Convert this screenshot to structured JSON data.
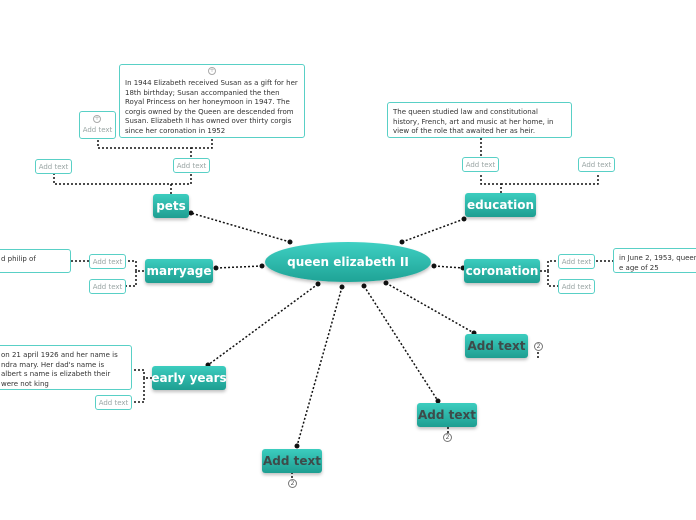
{
  "central": {
    "label": "queen elizabeth II"
  },
  "topics": {
    "pets": "pets",
    "education": "education",
    "marryage": "marryage",
    "coronation": "coronation",
    "early_years": "early years",
    "add1": "Add text",
    "add2": "Add text",
    "add3": "Add text"
  },
  "subtopics": {
    "pets_a": "Add text",
    "pets_b": "Add text",
    "pets_c": "Add text",
    "edu_a": "Add text",
    "edu_b": "Add text",
    "mar_a": "Add text",
    "mar_b": "Add text",
    "cor_a": "Add text",
    "cor_b": "Add text",
    "early_a": "Add text"
  },
  "notes": {
    "pets": "In 1944 Elizabeth received Susan as a gift for her 18th birthday; Susan accompanied the then Royal Princess on her honeymoon in 1947. The corgis owned by the Queen are descended from Susan. Elizabeth II has owned over thirty corgis since her coronation in 1952",
    "education": "The queen studied law and constitutional history, French, art and music at her home, in view of the role that awaited her as heir.",
    "marryage": "d philip of",
    "coronation": "in June 2, 1953, queen e age of 25",
    "early_years": "on 21 april 1926 and her name is ndra mary. Her dad's name is albert s name is elizabeth their were not king"
  },
  "badges": {
    "add1": "2",
    "add2": "2",
    "add3": "2"
  },
  "colors": {
    "topic": "#1fa396",
    "line": "#111111",
    "border": "#59d0c6"
  }
}
